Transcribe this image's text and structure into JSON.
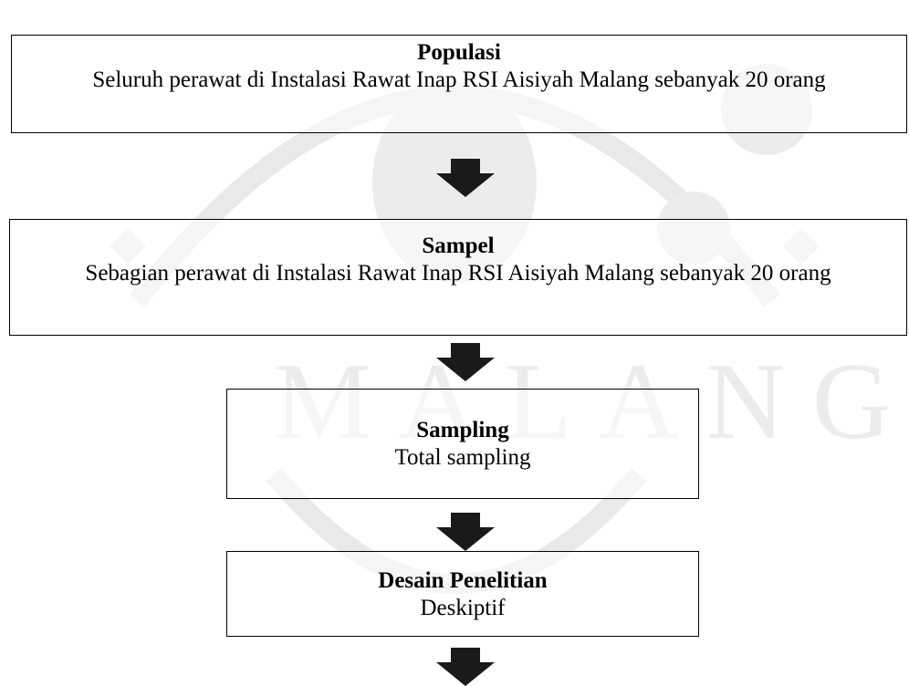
{
  "boxes": [
    {
      "title": "Populasi",
      "desc": "Seluruh perawat di Instalasi Rawat Inap RSI Aisiyah Malang sebanyak  20 orang"
    },
    {
      "title": "Sampel",
      "desc": "Sebagian perawat di Instalasi Rawat Inap RSI Aisiyah Malang sebanyak 20 orang"
    },
    {
      "title": "Sampling",
      "desc": "Total sampling"
    },
    {
      "title": "Desain Penelitian",
      "desc": "Deskiptif"
    }
  ],
  "watermark": {
    "text": "MALANG",
    "color": "#e6e6e6"
  },
  "colors": {
    "border": "#000000",
    "arrow": "#1a1a1a"
  }
}
